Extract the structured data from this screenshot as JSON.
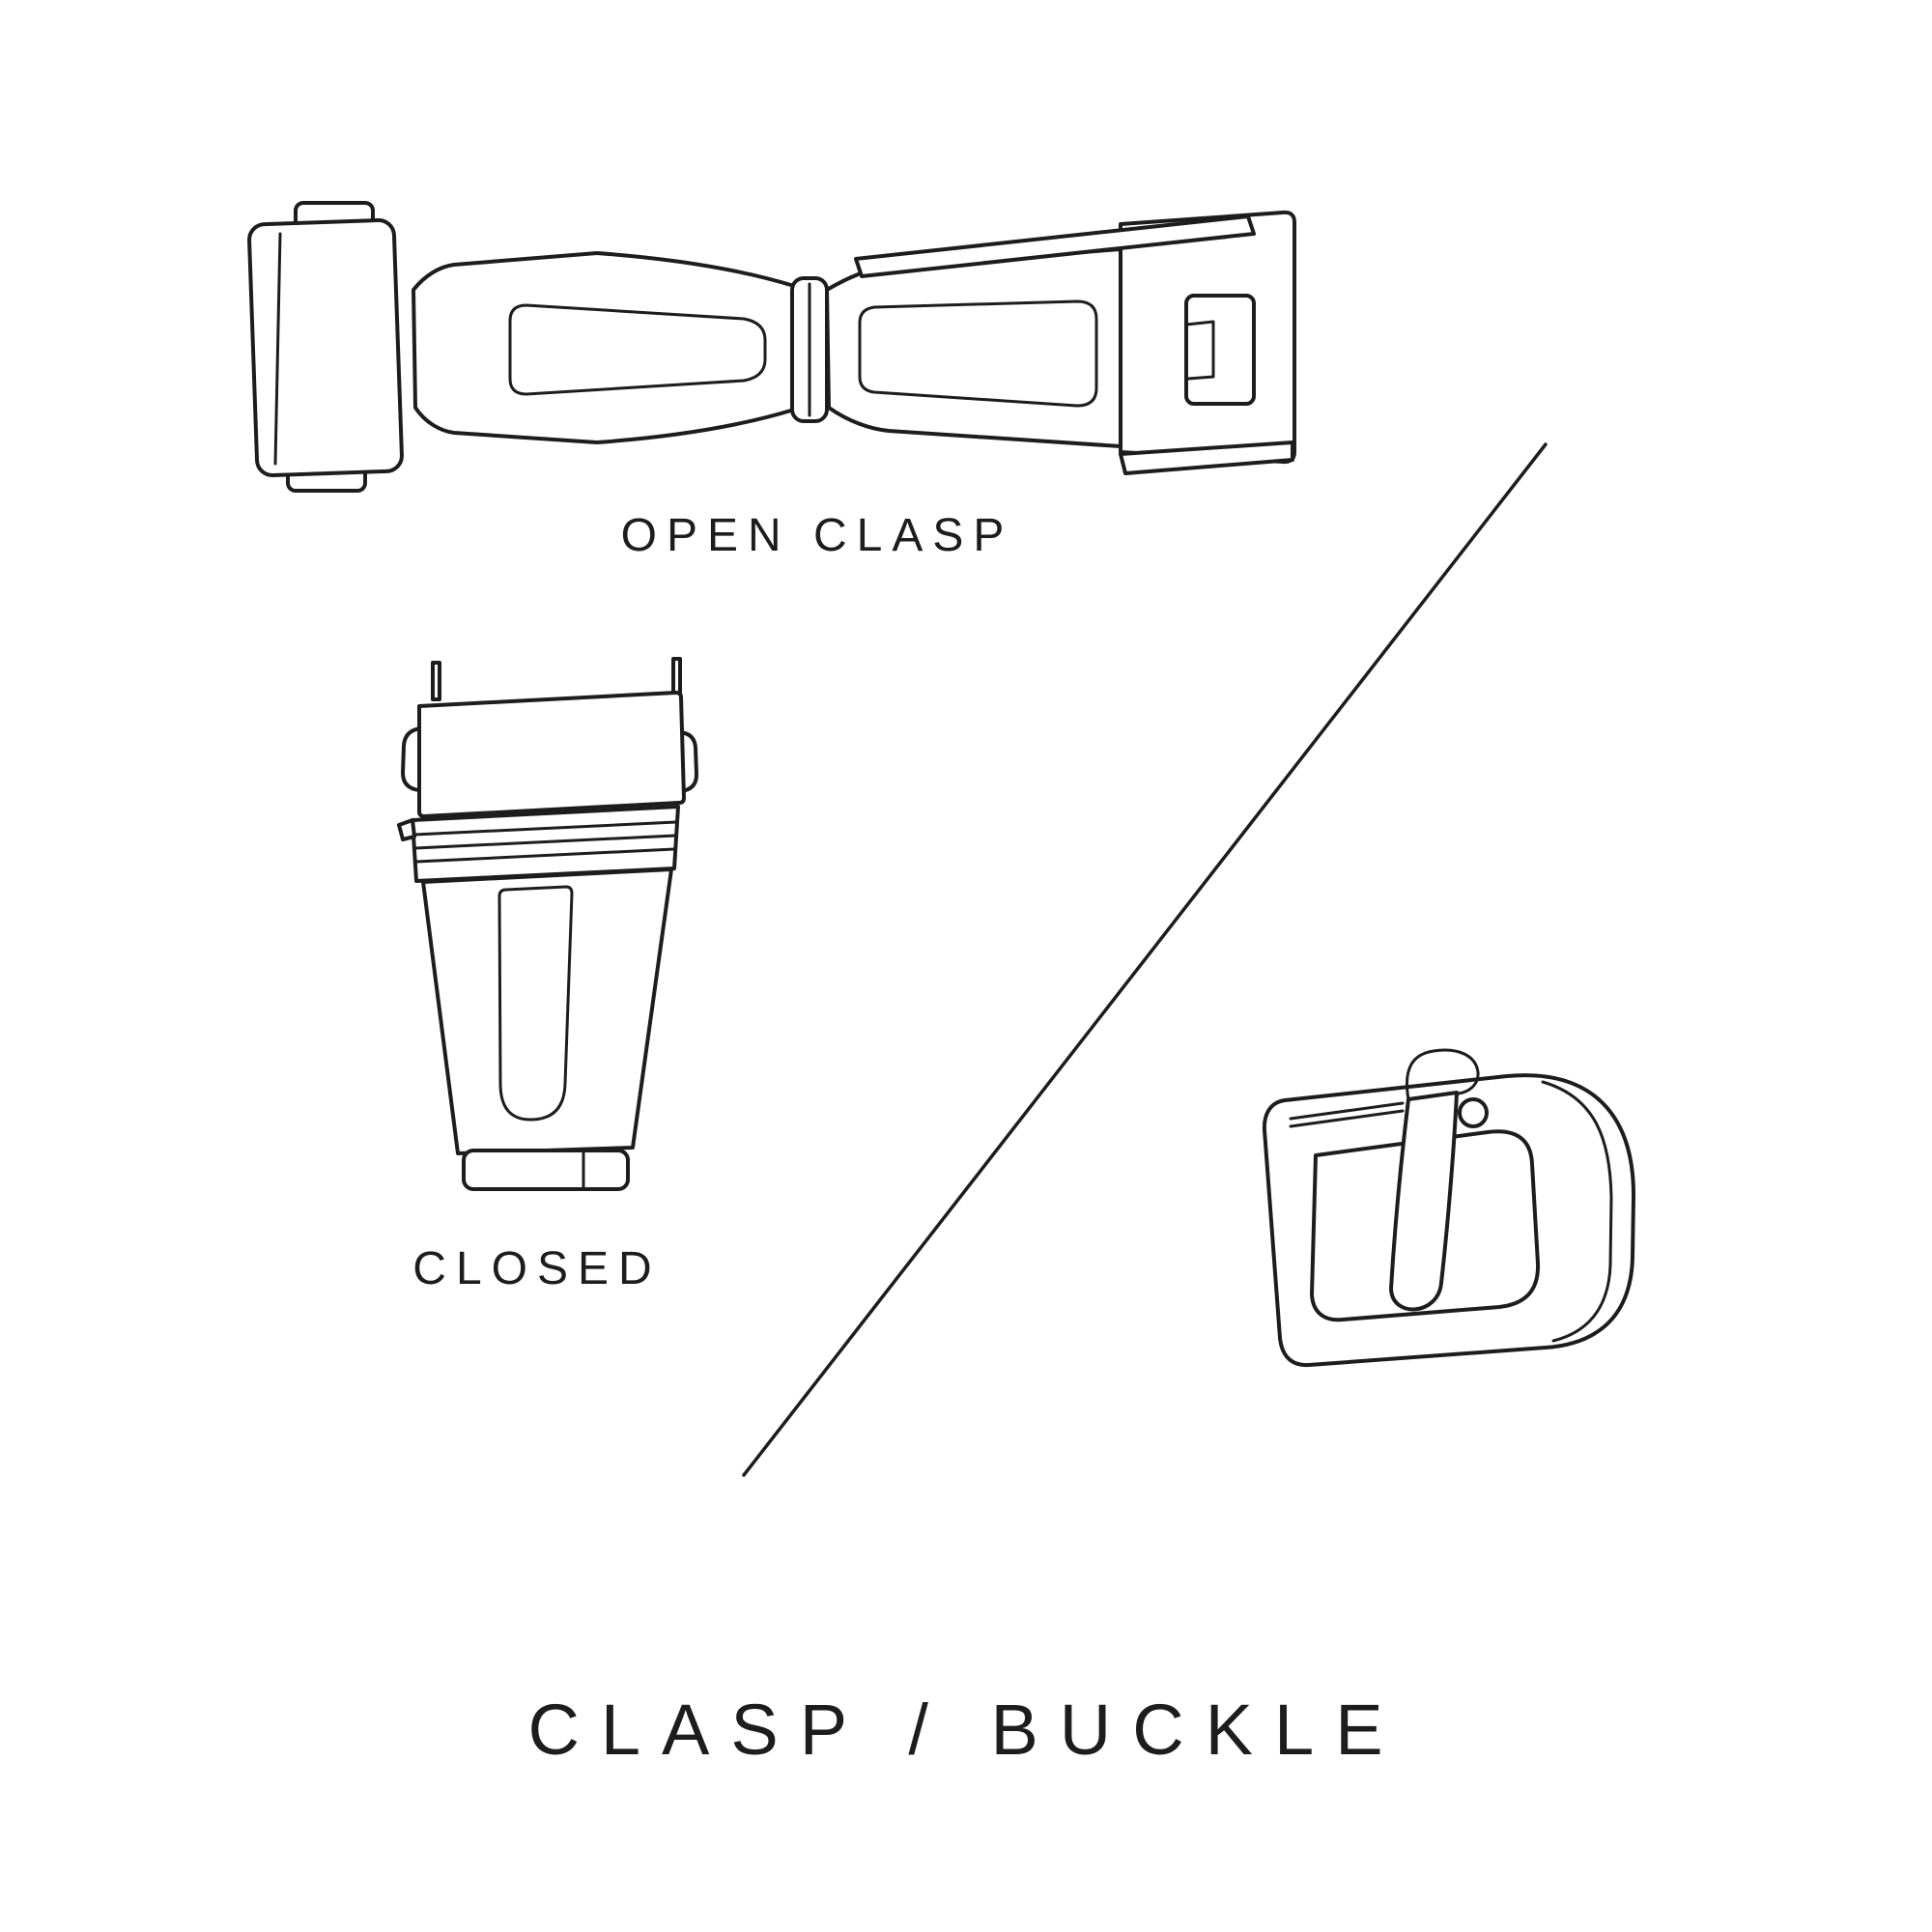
{
  "colors": {
    "background": "#ffffff",
    "ink": "#1d1d1d"
  },
  "labels": {
    "open_clasp": "OPEN CLASP",
    "closed": "CLOSED",
    "title": "CLASP / BUCKLE"
  },
  "illustrations": {
    "open_clasp": "open-deployant-clasp-line-drawing",
    "closed_clasp": "closed-deployant-clasp-line-drawing",
    "buckle": "pin-buckle-line-drawing"
  }
}
